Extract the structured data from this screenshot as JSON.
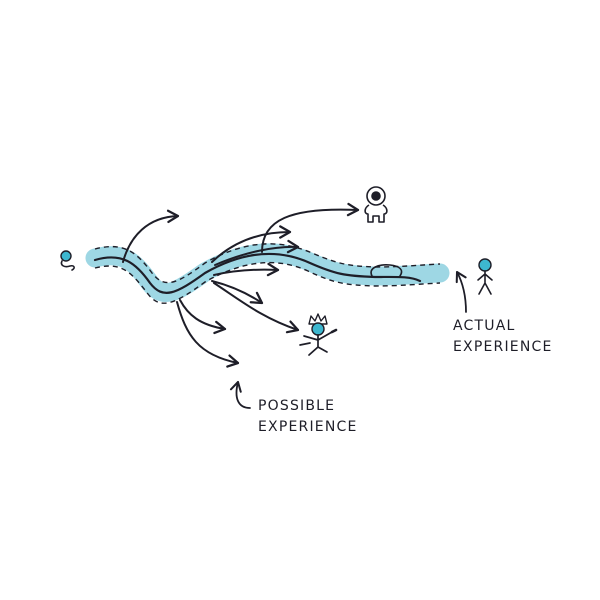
{
  "labels": {
    "actual_line1": "ACTUAL",
    "actual_line2": "EXPERIENCE",
    "possible_line1": "POSSIBLE",
    "possible_line2": "EXPERIENCE"
  },
  "colors": {
    "ink": "#1e1e28",
    "river": "#9ed7e4",
    "accent": "#3db7cf",
    "paper": "#ffffff"
  },
  "icons": [
    "baby-icon",
    "astronaut-icon",
    "king-icon",
    "stick-person-icon"
  ]
}
